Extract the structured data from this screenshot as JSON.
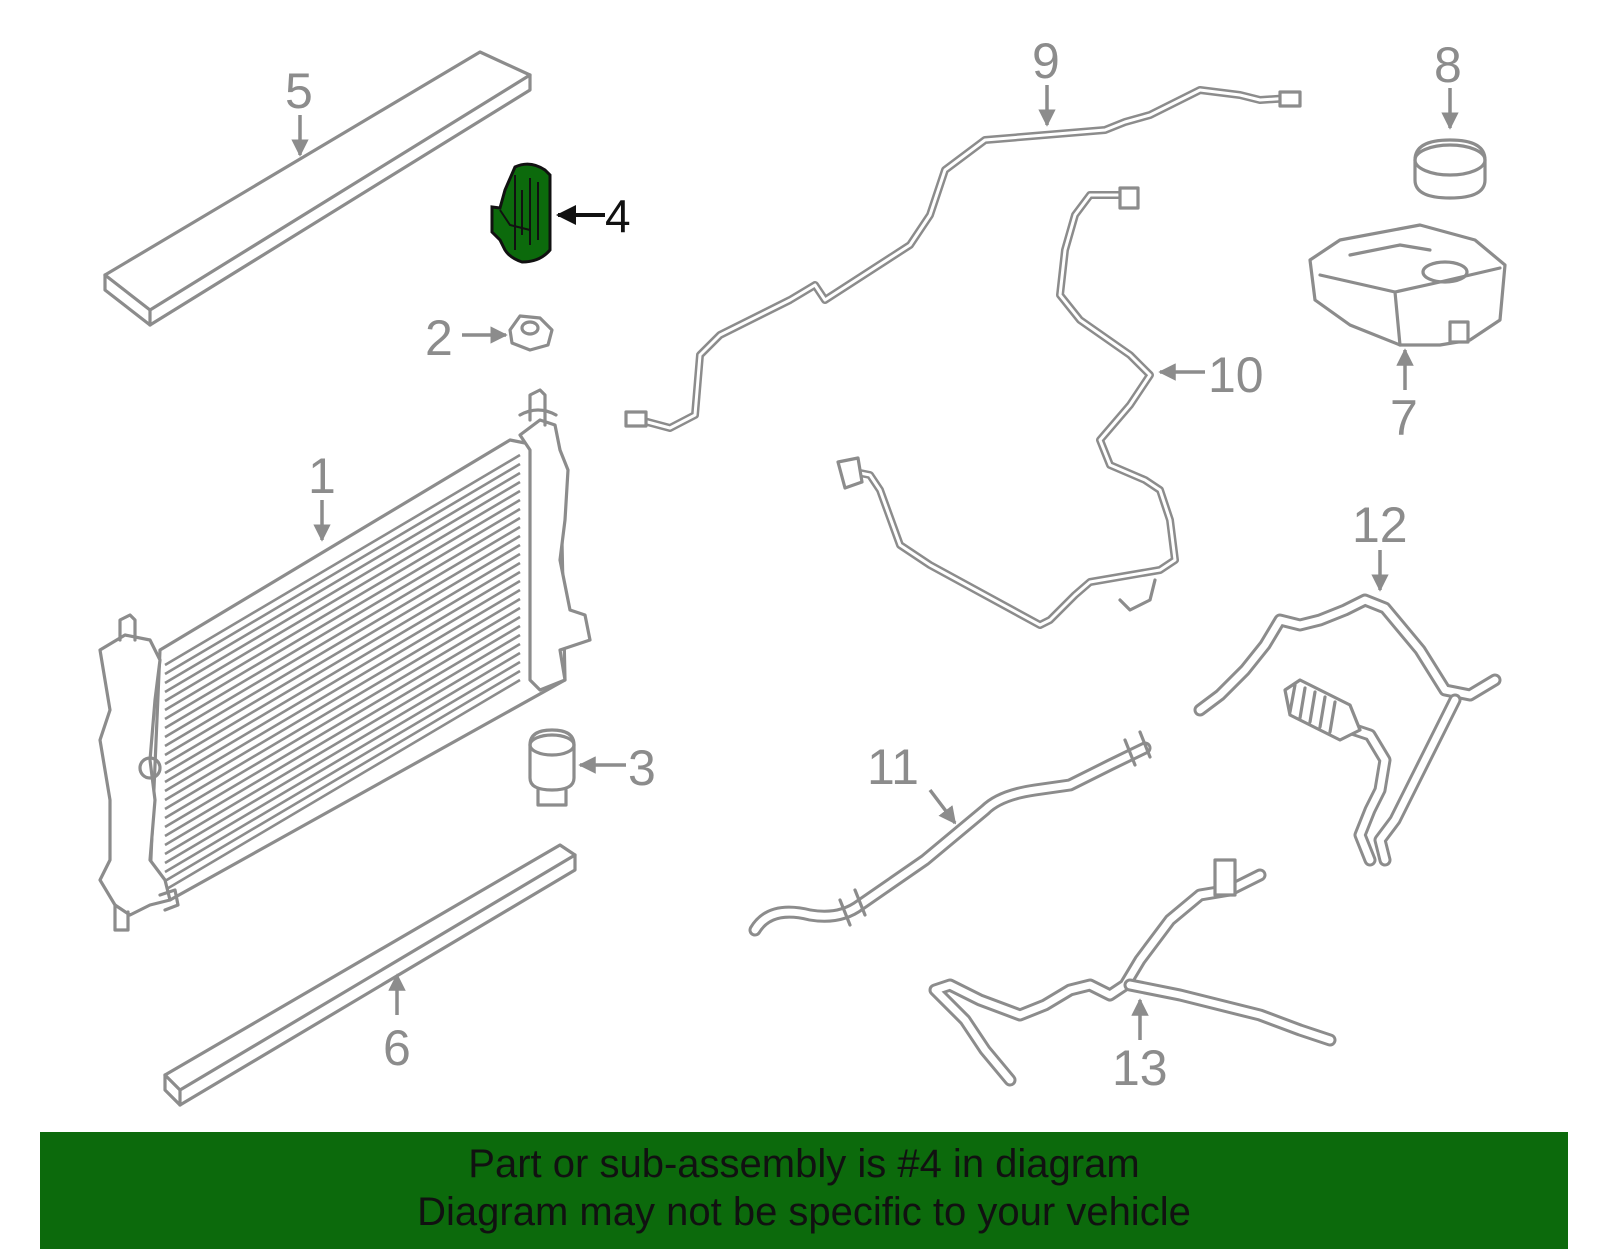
{
  "colors": {
    "highlight": "#0c6a0c",
    "line_art": "#8c8c8c",
    "background": "#ffffff"
  },
  "callouts": {
    "c1": "1",
    "c2": "2",
    "c3": "3",
    "c4": "4",
    "c5": "5",
    "c6": "6",
    "c7": "7",
    "c8": "8",
    "c9": "9",
    "c10": "10",
    "c11": "11",
    "c12": "12",
    "c13": "13"
  },
  "highlighted_part": "4",
  "banner": {
    "line1": "Part or sub-assembly is #4 in diagram",
    "line2": "Diagram may not be specific to your vehicle"
  }
}
